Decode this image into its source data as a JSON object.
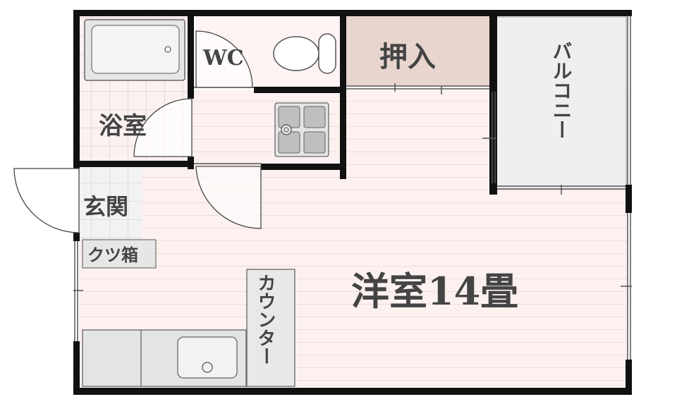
{
  "floorplan": {
    "rooms": {
      "western_room": "洋室14畳",
      "bathroom": "浴室",
      "toilet": "WC",
      "closet": "押入",
      "balcony": "バルコニー",
      "entrance": "玄関",
      "shoe_box": "クツ箱",
      "counter": "カウンター"
    },
    "colors": {
      "wall": "#111111",
      "floor": "#fdf1f0",
      "closet_fill": "#e8d6ce",
      "balcony_fill": "#efefef",
      "fixture_fill": "#e2e2e2",
      "fixture_stroke": "#666666",
      "text": "#444444"
    }
  }
}
